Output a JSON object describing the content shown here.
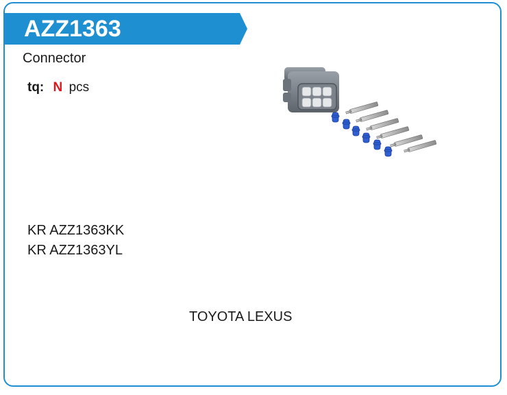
{
  "header": {
    "part_number": "AZZ1363",
    "brand_color": "#1e8fd0"
  },
  "description": "Connector",
  "quantity": {
    "label": "tq:",
    "value": "N",
    "unit": "pcs"
  },
  "codes": [
    "KR AZZ1363KK",
    "KR AZZ1363YL"
  ],
  "application": "TOYOTA LEXUS",
  "image": {
    "subject": "connector-kit"
  }
}
